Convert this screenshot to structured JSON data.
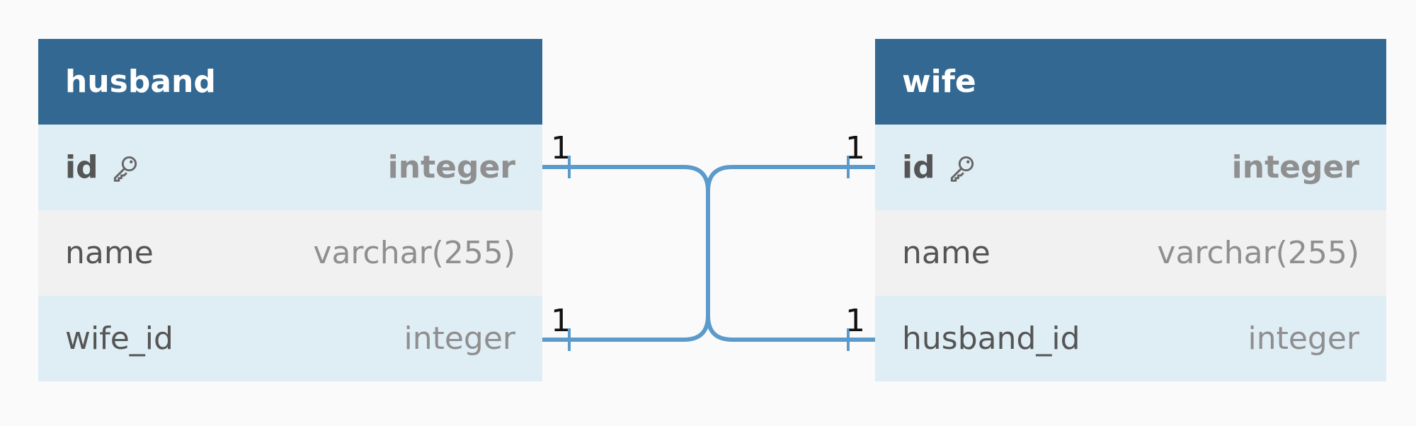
{
  "tables": {
    "husband": {
      "name": "husband",
      "columns": [
        {
          "name": "id",
          "type": "integer",
          "primary_key": true
        },
        {
          "name": "name",
          "type": "varchar(255)",
          "primary_key": false
        },
        {
          "name": "wife_id",
          "type": "integer",
          "primary_key": false
        }
      ]
    },
    "wife": {
      "name": "wife",
      "columns": [
        {
          "name": "id",
          "type": "integer",
          "primary_key": true
        },
        {
          "name": "name",
          "type": "varchar(255)",
          "primary_key": false
        },
        {
          "name": "husband_id",
          "type": "integer",
          "primary_key": false
        }
      ]
    }
  },
  "relationships": [
    {
      "from": "husband.id",
      "to": "wife.husband_id",
      "from_cardinality": "1",
      "to_cardinality": "1"
    },
    {
      "from": "husband.wife_id",
      "to": "wife.id",
      "from_cardinality": "1",
      "to_cardinality": "1"
    }
  ],
  "colors": {
    "header": "#336892",
    "row_odd": "#dfedf5",
    "row_even": "#f1f1f1",
    "connector": "#5b9bcb"
  },
  "icons": {
    "primary_key": "key-icon"
  }
}
